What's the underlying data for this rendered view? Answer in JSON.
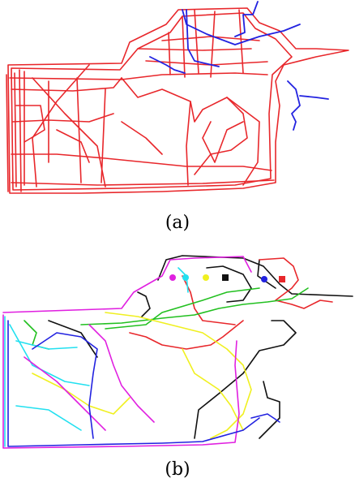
{
  "panels": [
    {
      "caption": "(a)"
    },
    {
      "caption": "(b)"
    }
  ],
  "colors": {
    "red": "#e8272b",
    "blue": "#2222e0",
    "black": "#111111",
    "green": "#22c020",
    "yellow": "#f0f020",
    "cyan": "#22e0f0",
    "magenta": "#e020e0"
  },
  "markers_b": [
    {
      "color": "magenta",
      "shape": "circle"
    },
    {
      "color": "cyan",
      "shape": "circle"
    },
    {
      "color": "yellow",
      "shape": "circle"
    },
    {
      "color": "black",
      "shape": "square"
    },
    {
      "color": "blue",
      "shape": "circle"
    },
    {
      "color": "red",
      "shape": "square"
    }
  ]
}
